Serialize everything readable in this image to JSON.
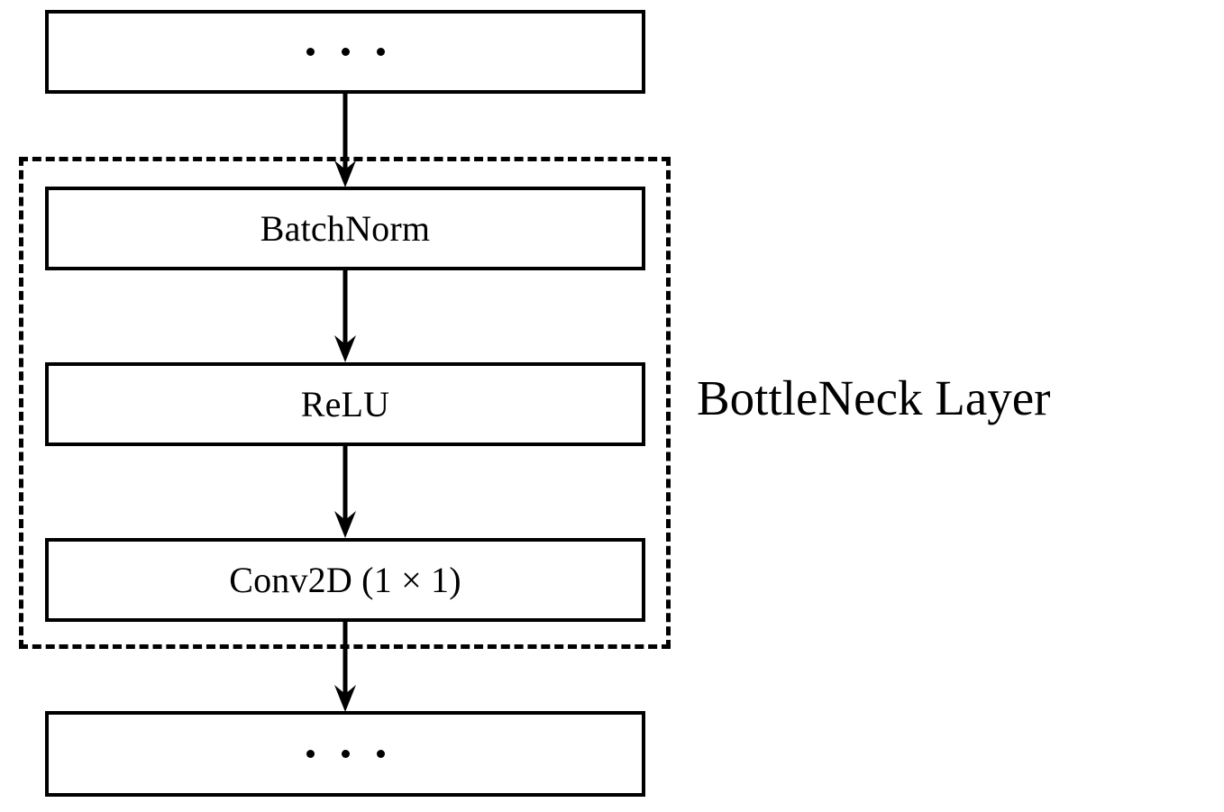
{
  "figure": {
    "type": "flowchart",
    "title": "BottleNeck Layer block diagram",
    "background_color": "#ffffff",
    "stroke_color": "#000000"
  },
  "nodes": [
    {
      "id": "top-ellipsis",
      "label": "...",
      "kind": "ellipsis-box",
      "shape": "rectangle",
      "border": "solid"
    },
    {
      "id": "batchnorm",
      "label": "BatchNorm",
      "kind": "layer-box",
      "shape": "rectangle",
      "border": "solid"
    },
    {
      "id": "relu",
      "label": "ReLU",
      "kind": "layer-box",
      "shape": "rectangle",
      "border": "solid"
    },
    {
      "id": "conv2d",
      "label": "Conv2D (1 × 1)",
      "kind": "layer-box",
      "shape": "rectangle",
      "border": "solid"
    },
    {
      "id": "bottom-ellipsis",
      "label": "...",
      "kind": "ellipsis-box",
      "shape": "rectangle",
      "border": "solid"
    }
  ],
  "group": {
    "id": "bottleneck-group",
    "border": "dashed",
    "contains": [
      "batchnorm",
      "relu",
      "conv2d"
    ],
    "caption": "BottleNeck Layer"
  },
  "edges": [
    {
      "id": "edge-top-to-batchnorm",
      "from": "top-ellipsis",
      "to": "batchnorm",
      "style": "arrow-down"
    },
    {
      "id": "edge-batchnorm-to-relu",
      "from": "batchnorm",
      "to": "relu",
      "style": "arrow-down"
    },
    {
      "id": "edge-relu-to-conv2d",
      "from": "relu",
      "to": "conv2d",
      "style": "arrow-down"
    },
    {
      "id": "edge-conv2d-to-bottom",
      "from": "conv2d",
      "to": "bottom-ellipsis",
      "style": "arrow-down"
    }
  ]
}
